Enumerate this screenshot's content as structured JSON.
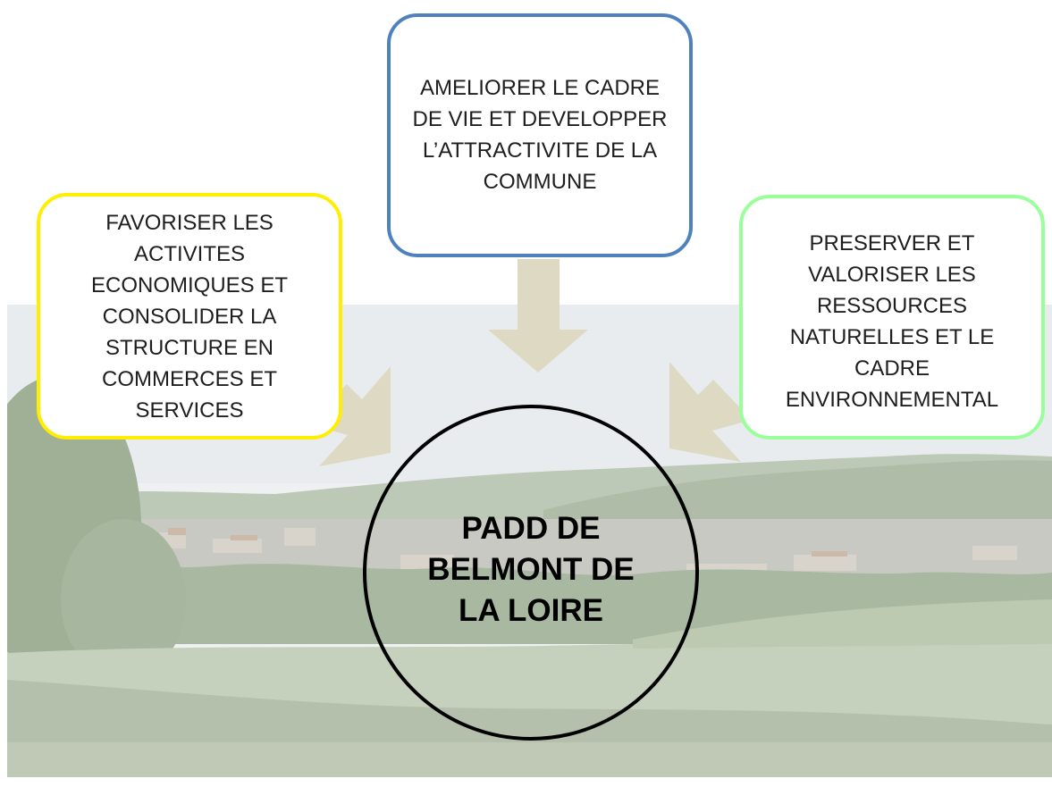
{
  "diagram": {
    "center": {
      "label": "PADD DE\nBELMONT DE\nLA LOIRE"
    },
    "boxes": {
      "left": {
        "label": "FAVORISER LES\nACTIVITES\nECONOMIQUES ET\nCONSOLIDER LA\nSTRUCTURE EN\nCOMMERCES ET\nSERVICES",
        "border_color": "#ffee00"
      },
      "top": {
        "label": "AMELIORER LE CADRE\nDE VIE ET DEVELOPPER\nL’ATTRACTIVITE DE LA\nCOMMUNE",
        "border_color": "#4f81bd"
      },
      "right": {
        "label": "PRESERVER ET\nVALORISER LES\nRESSOURCES\nNATURELLES ET LE\nCADRE\nENVIRONNEMENTAL",
        "border_color": "#99ff99"
      }
    },
    "arrow_color": "#ddd9c3",
    "background": "landscape-photo"
  }
}
